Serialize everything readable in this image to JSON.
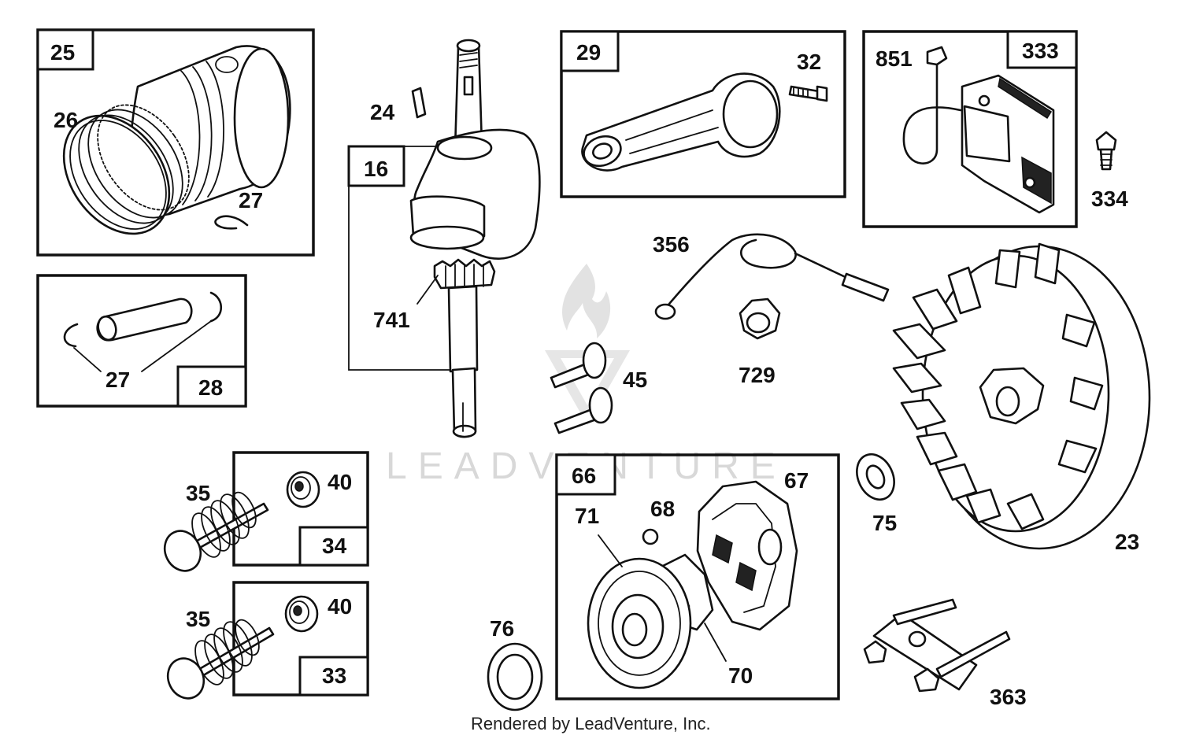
{
  "watermark": "LEADVENTURE",
  "footer": "Rendered by LeadVenture, Inc.",
  "labels": {
    "n25": "25",
    "n26": "26",
    "n27a": "27",
    "n27b": "27",
    "n28": "28",
    "n24": "24",
    "n16": "16",
    "n741": "741",
    "n29": "29",
    "n32": "32",
    "n851": "851",
    "n333": "333",
    "n334": "334",
    "n356": "356",
    "n729": "729",
    "n45": "45",
    "n23": "23",
    "n75": "75",
    "n35a": "35",
    "n40a": "40",
    "n34": "34",
    "n35b": "35",
    "n40b": "40",
    "n33": "33",
    "n66": "66",
    "n67": "67",
    "n68": "68",
    "n71": "71",
    "n70": "70",
    "n76": "76",
    "n363": "363"
  }
}
